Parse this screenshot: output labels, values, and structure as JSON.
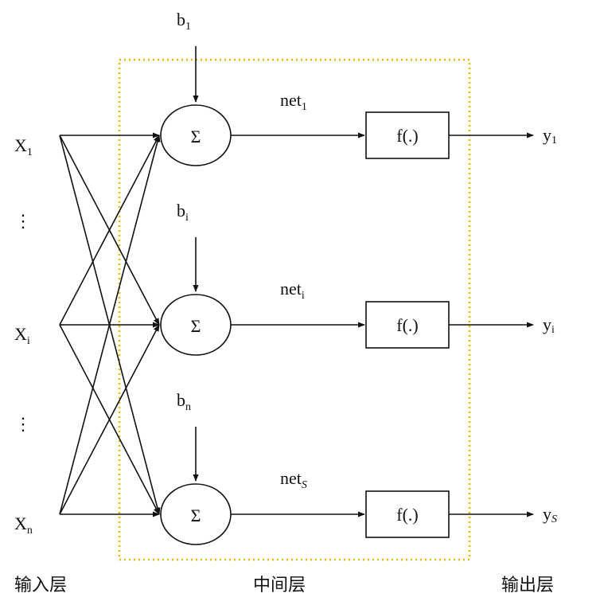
{
  "inputs": [
    {
      "base": "X",
      "sub": "1"
    },
    {
      "base": "X",
      "sub": "i"
    },
    {
      "base": "X",
      "sub": "n"
    }
  ],
  "ellipsis": "⋮",
  "biases": [
    {
      "base": "b",
      "sub": "1"
    },
    {
      "base": "b",
      "sub": "i"
    },
    {
      "base": "b",
      "sub": "n"
    }
  ],
  "sum_symbol": "Σ",
  "nets": [
    {
      "base": "net",
      "sub": "1"
    },
    {
      "base": "net",
      "sub": "i"
    },
    {
      "base": "net",
      "sub": "S"
    }
  ],
  "activation_label": "f(.)",
  "outputs": [
    {
      "base": "y",
      "sub": "1"
    },
    {
      "base": "y",
      "sub": "i"
    },
    {
      "base": "y",
      "sub": "S"
    }
  ],
  "layer_labels": {
    "input": "输入层",
    "hidden": "中间层",
    "output": "输出层"
  },
  "colors": {
    "line": "#111111",
    "dotted_box": "#e6b800"
  }
}
